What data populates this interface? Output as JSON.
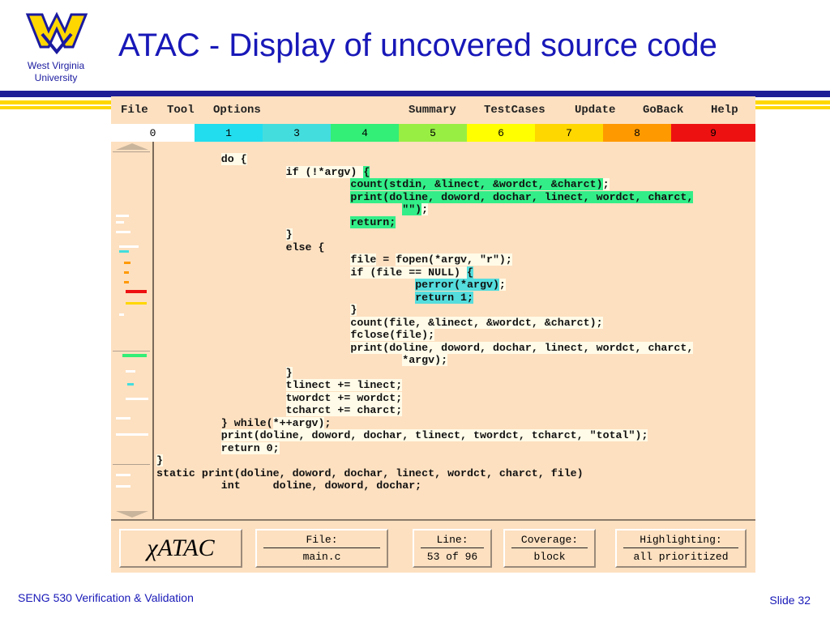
{
  "slide": {
    "title": "ATAC - Display of uncovered source code",
    "logo_text_line1": "West Virginia",
    "logo_text_line2": "University",
    "footer_left": "SENG 530 Verification & Validation",
    "footer_right": "Slide 32",
    "colors": {
      "title": "#1818b8",
      "band_blue": "#1e1e96",
      "band_gold": "#ffd700"
    }
  },
  "menu": {
    "file": "File",
    "tool": "Tool",
    "options": "Options",
    "summary": "Summary",
    "testcases": "TestCases",
    "update": "Update",
    "goback": "GoBack",
    "help": "Help"
  },
  "legend": [
    {
      "label": "0",
      "color": "#ffffff"
    },
    {
      "label": "1",
      "color": "#22ddee"
    },
    {
      "label": "3",
      "color": "#44dddd"
    },
    {
      "label": "4",
      "color": "#33ee77"
    },
    {
      "label": "5",
      "color": "#99ee44"
    },
    {
      "label": "6",
      "color": "#ffff00"
    },
    {
      "label": "7",
      "color": "#ffd700"
    },
    {
      "label": "8",
      "color": "#ff9900"
    },
    {
      "label": "9",
      "color": "#ee1111"
    }
  ],
  "code_lines": [
    {
      "indent": "          ",
      "parts": [
        {
          "t": "do ",
          "c": "w"
        },
        {
          "t": "{",
          "c": "w"
        }
      ]
    },
    {
      "indent": "                    ",
      "parts": [
        {
          "t": "if (!*argv) ",
          "c": "w"
        },
        {
          "t": "{",
          "c": "g"
        }
      ]
    },
    {
      "indent": "                              ",
      "parts": [
        {
          "t": "count(stdin, &linect, &wordct, &charct)",
          "c": "g"
        },
        {
          "t": ";",
          "c": "w"
        }
      ]
    },
    {
      "indent": "                              ",
      "parts": [
        {
          "t": "print(doline, doword, dochar, linect, wordct, charct,",
          "c": "g"
        }
      ]
    },
    {
      "indent": "                                      ",
      "parts": [
        {
          "t": "\"\")",
          "c": "g"
        },
        {
          "t": ";",
          "c": "w"
        }
      ]
    },
    {
      "indent": "                              ",
      "parts": [
        {
          "t": "return;",
          "c": "g"
        }
      ]
    },
    {
      "indent": "                    ",
      "parts": [
        {
          "t": "}",
          "c": "w"
        }
      ]
    },
    {
      "indent": "                    ",
      "parts": [
        {
          "t": "else {",
          "c": "n"
        }
      ]
    },
    {
      "indent": "                              ",
      "parts": [
        {
          "t": "file",
          "c": "w"
        },
        {
          "t": " = ",
          "c": "n"
        },
        {
          "t": "fopen(*argv, \"r\")",
          "c": "w"
        },
        {
          "t": ";",
          "c": "w"
        }
      ]
    },
    {
      "indent": "                              ",
      "parts": [
        {
          "t": "if (file == NULL) ",
          "c": "w"
        },
        {
          "t": "{",
          "c": "c"
        }
      ]
    },
    {
      "indent": "                                        ",
      "parts": [
        {
          "t": "perror(*argv)",
          "c": "c"
        },
        {
          "t": ";",
          "c": "w"
        }
      ]
    },
    {
      "indent": "                                        ",
      "parts": [
        {
          "t": "return 1;",
          "c": "c"
        }
      ]
    },
    {
      "indent": "                              ",
      "parts": [
        {
          "t": "}",
          "c": "w"
        }
      ]
    },
    {
      "indent": "                              ",
      "parts": [
        {
          "t": "count(file, &linect, &wordct, &charct)",
          "c": "w"
        },
        {
          "t": ";",
          "c": "w"
        }
      ]
    },
    {
      "indent": "                              ",
      "parts": [
        {
          "t": "fclose(file)",
          "c": "w"
        },
        {
          "t": ";",
          "c": "w"
        }
      ]
    },
    {
      "indent": "                              ",
      "parts": [
        {
          "t": "print(doline, doword, dochar, linect, wordct, charct,",
          "c": "w"
        }
      ]
    },
    {
      "indent": "                                      ",
      "parts": [
        {
          "t": "*argv)",
          "c": "w"
        },
        {
          "t": ";",
          "c": "w"
        }
      ]
    },
    {
      "indent": "                    ",
      "parts": [
        {
          "t": "}",
          "c": "w"
        }
      ]
    },
    {
      "indent": "                    ",
      "parts": [
        {
          "t": "tlinect += linect;",
          "c": "w"
        }
      ]
    },
    {
      "indent": "                    ",
      "parts": [
        {
          "t": "twordct += wordct;",
          "c": "w"
        }
      ]
    },
    {
      "indent": "                    ",
      "parts": [
        {
          "t": "tcharct += charct;",
          "c": "w"
        }
      ]
    },
    {
      "indent": "          ",
      "parts": [
        {
          "t": "} while(",
          "c": "n"
        },
        {
          "t": "*++argv)",
          "c": "w"
        },
        {
          "t": ";",
          "c": "n"
        }
      ]
    },
    {
      "indent": "",
      "parts": [
        {
          "t": "",
          "c": "n"
        }
      ]
    },
    {
      "indent": "          ",
      "parts": [
        {
          "t": "print(doline, doword, dochar, tlinect, twordct, tcharct, \"total\")",
          "c": "w"
        },
        {
          "t": ";",
          "c": "w"
        }
      ]
    },
    {
      "indent": "          ",
      "parts": [
        {
          "t": "return 0",
          "c": "w"
        },
        {
          "t": ";",
          "c": "w"
        }
      ]
    },
    {
      "indent": "",
      "parts": [
        {
          "t": "}",
          "c": "w"
        }
      ]
    },
    {
      "indent": "",
      "parts": [
        {
          "t": "",
          "c": "n"
        }
      ]
    },
    {
      "indent": "",
      "parts": [
        {
          "t": "static print(doline, doword, dochar, linect, wordct, charct, file)",
          "c": "n"
        }
      ]
    },
    {
      "indent": "          ",
      "parts": [
        {
          "t": "int     doline, doword, dochar;",
          "c": "n"
        }
      ]
    }
  ],
  "status": {
    "brand": "χATAC",
    "file_label": "File:",
    "file_value": "main.c",
    "line_label": "Line:",
    "line_value": "53 of 96",
    "coverage_label": "Coverage:",
    "coverage_value": "block",
    "highlighting_label": "Highlighting:",
    "highlighting_value": "all prioritized"
  }
}
